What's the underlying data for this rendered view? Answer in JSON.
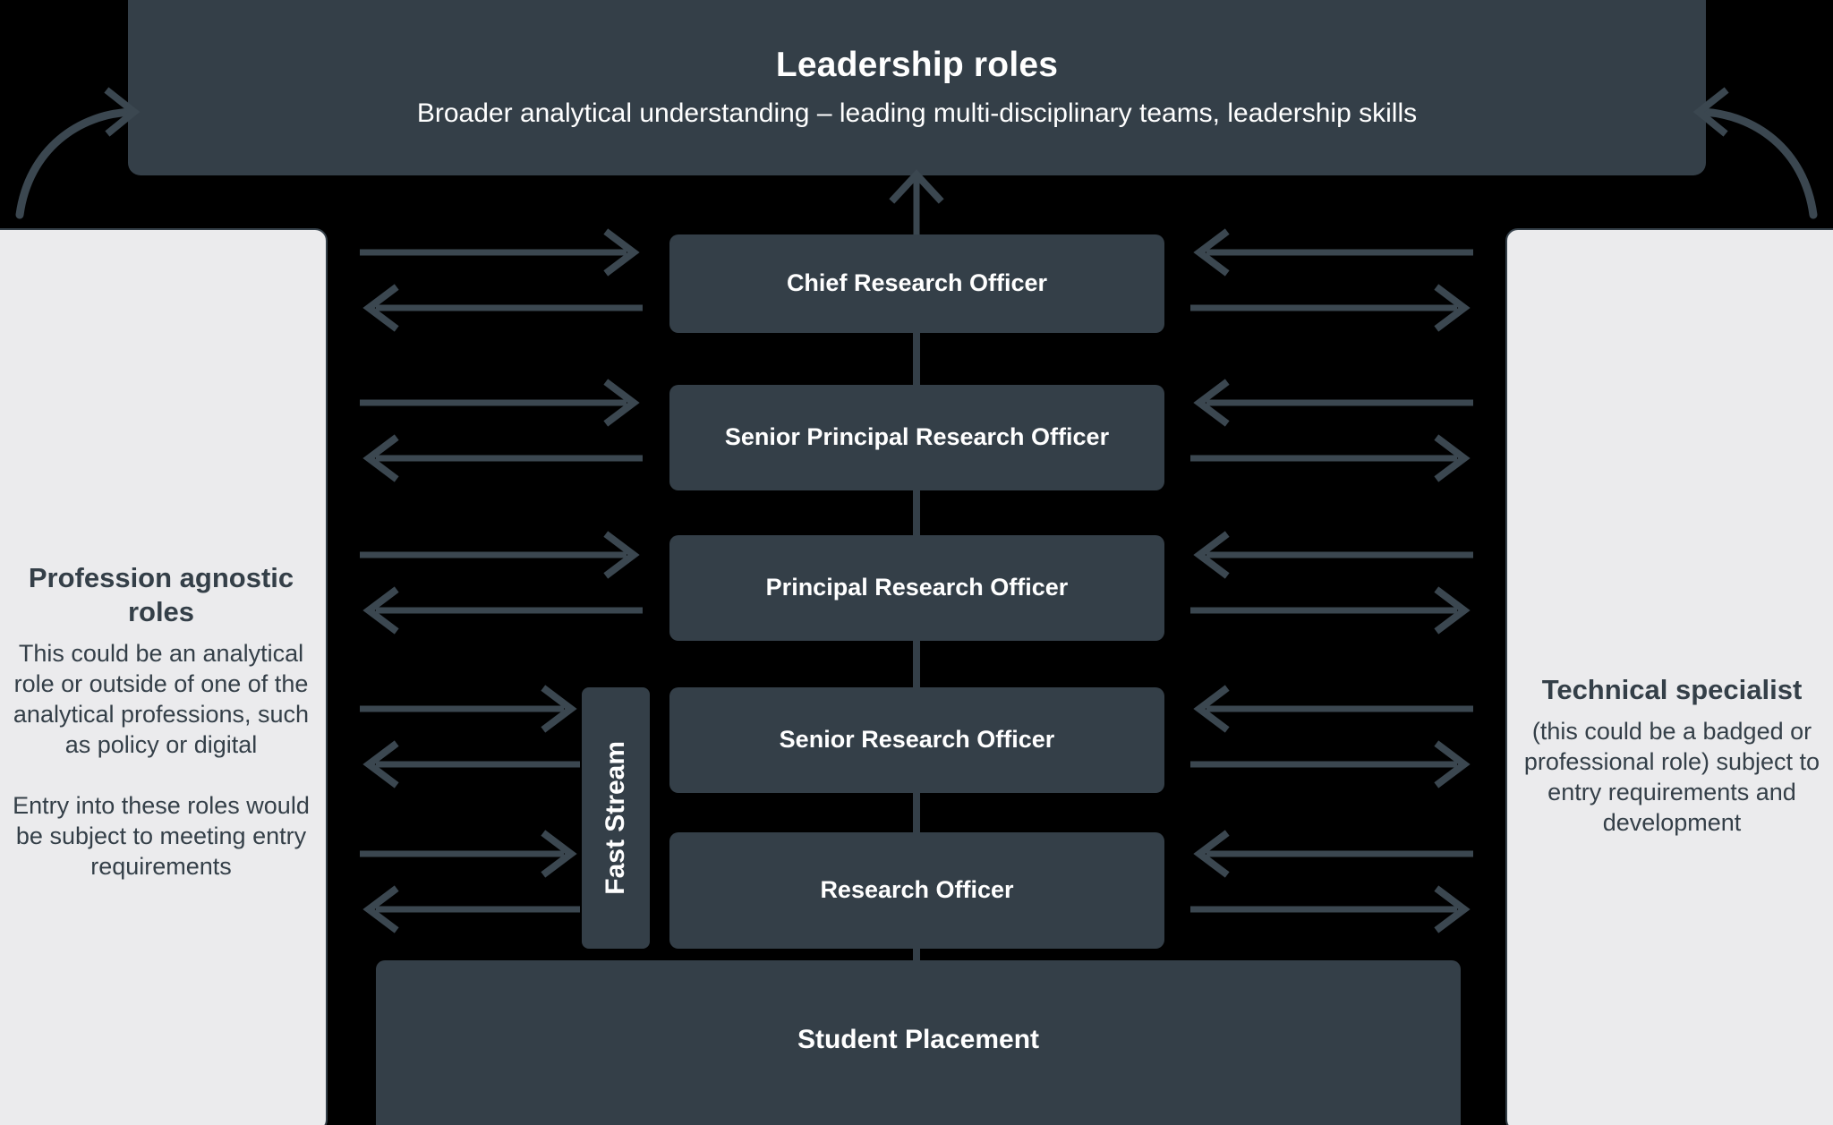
{
  "banner": {
    "title": "Leadership roles",
    "subtitle": "Broader analytical understanding – leading multi-disciplinary teams, leadership skills"
  },
  "roles": [
    {
      "label": "Chief Research Officer"
    },
    {
      "label": "Senior Principal Research Officer"
    },
    {
      "label": "Principal Research Officer"
    },
    {
      "label": "Senior Research Officer"
    },
    {
      "label": "Research Officer"
    }
  ],
  "fast_stream": {
    "label": "Fast Stream"
  },
  "student_placement": {
    "label": "Student Placement"
  },
  "left_panel": {
    "title": "Profession agnostic roles",
    "body_1": "This could be an analytical role or outside of one of the analytical professions, such as policy or digital",
    "body_2": "Entry into these roles would be subject to meeting entry requirements"
  },
  "right_panel": {
    "title": "Technical specialist",
    "body_1": "(this could be a badged or professional  role) subject to entry requirements and development"
  },
  "icons": {
    "arrow_right": "arrow-right-icon",
    "arrow_left": "arrow-left-icon",
    "arrow_up": "arrow-up-icon",
    "curved_arrow_left": "curved-arrow-to-banner-left-icon",
    "curved_arrow_right": "curved-arrow-to-banner-right-icon"
  },
  "colors": {
    "background": "#000000",
    "box_fill": "#343f48",
    "panel_fill": "#ebebed",
    "arrow_stroke": "#3b4750",
    "box_text": "#ffffff",
    "panel_text": "#343f48"
  }
}
